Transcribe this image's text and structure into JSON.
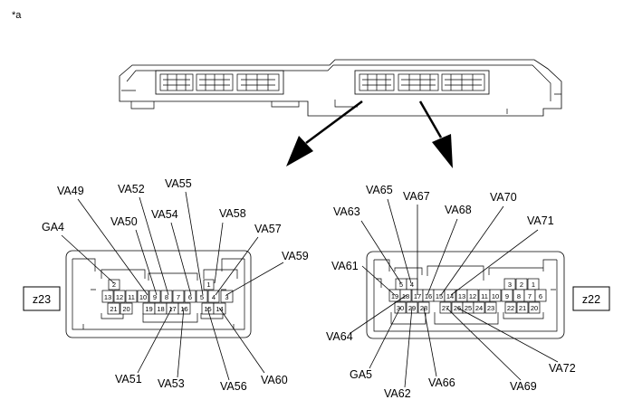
{
  "note": "*a",
  "connector_left": {
    "tag": "z23",
    "pins_row1": [
      "2",
      "1"
    ],
    "pins_row2": [
      "13",
      "12",
      "11",
      "10",
      "9",
      "8",
      "7",
      "6",
      "5",
      "4",
      "3"
    ],
    "pins_row3": [
      "21",
      "20",
      "19",
      "18",
      "17",
      "16",
      "15",
      "14"
    ],
    "callouts": [
      "VA49",
      "VA52",
      "VA55",
      "VA54",
      "VA58",
      "GA4",
      "VA50",
      "VA57",
      "VA59",
      "VA51",
      "VA53",
      "VA56",
      "VA60"
    ]
  },
  "connector_right": {
    "tag": "z22",
    "pins_row1": [
      "5",
      "4",
      "3",
      "2",
      "1"
    ],
    "pins_row2": [
      "19",
      "18",
      "17",
      "16",
      "15",
      "14",
      "13",
      "12",
      "11",
      "10",
      "9",
      "8",
      "7",
      "6"
    ],
    "pins_row3": [
      "30",
      "29",
      "28",
      "27",
      "26",
      "25",
      "24",
      "23",
      "22",
      "21",
      "20"
    ],
    "callouts": [
      "VA65",
      "VA67",
      "VA70",
      "VA63",
      "VA68",
      "VA71",
      "VA61",
      "VA64",
      "GA5",
      "VA62",
      "VA66",
      "VA69",
      "VA72"
    ]
  }
}
